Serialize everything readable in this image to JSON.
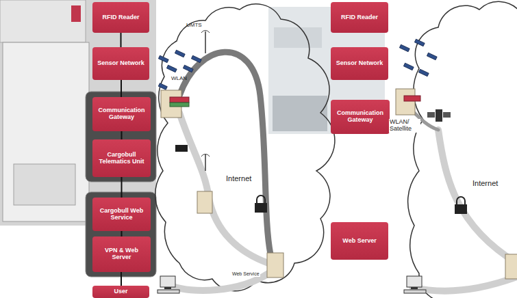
{
  "diagram": {
    "nodes": [
      {
        "text": [
          "RFID Reader"
        ]
      },
      {
        "text": [
          "Sensor Network"
        ]
      },
      {
        "text": [
          "Communication Gateway"
        ]
      },
      {
        "text": [
          "Cargobull Telematics Unit"
        ]
      },
      {
        "text": [
          "Cargobull Web Service"
        ]
      },
      {
        "text": [
          "VPN & Web Server"
        ]
      },
      {
        "text": [
          "User"
        ]
      },
      {
        "text": [
          "RFID Reader"
        ]
      },
      {
        "text": [
          "Sensor Network"
        ]
      },
      {
        "text": [
          "Communication Gateway"
        ]
      },
      {
        "text": [
          "Web Server"
        ]
      }
    ],
    "edges": [
      {
        "from": 0,
        "to": 1,
        "arrow": "none"
      },
      {
        "from": 1,
        "to": 2,
        "arrow": "none"
      },
      {
        "from": 2,
        "to": 3,
        "arrow": "none"
      },
      {
        "from": 3,
        "to": 4,
        "arrow": "none"
      },
      {
        "from": 4,
        "to": 5,
        "arrow": "none"
      },
      {
        "from": 5,
        "to": 6,
        "arrow": "none"
      }
    ],
    "labels": [
      "UMTS",
      "WLAN",
      "Internet",
      "Web Service",
      "WLAN/ Satellite",
      "Internet"
    ]
  }
}
